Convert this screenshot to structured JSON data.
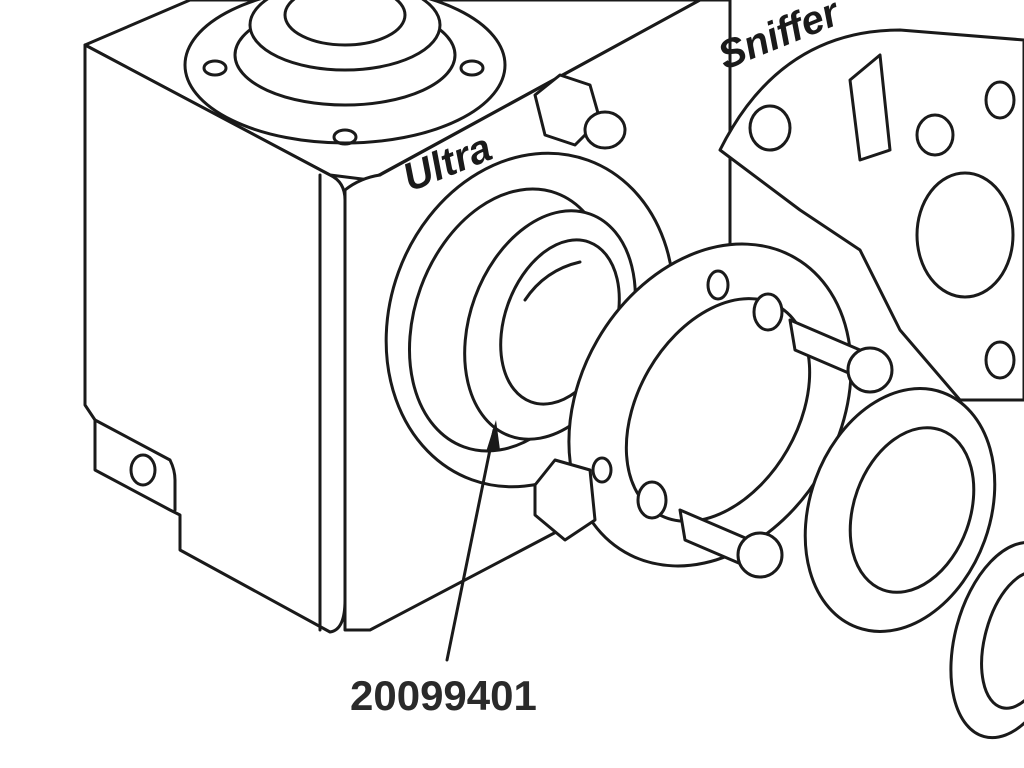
{
  "diagram": {
    "brand_labels": {
      "ultra": "Ultra",
      "sniffer": "Sniffer"
    },
    "callouts": [
      {
        "part_number": "20099401"
      }
    ],
    "line_color": "#1a1a1a"
  }
}
